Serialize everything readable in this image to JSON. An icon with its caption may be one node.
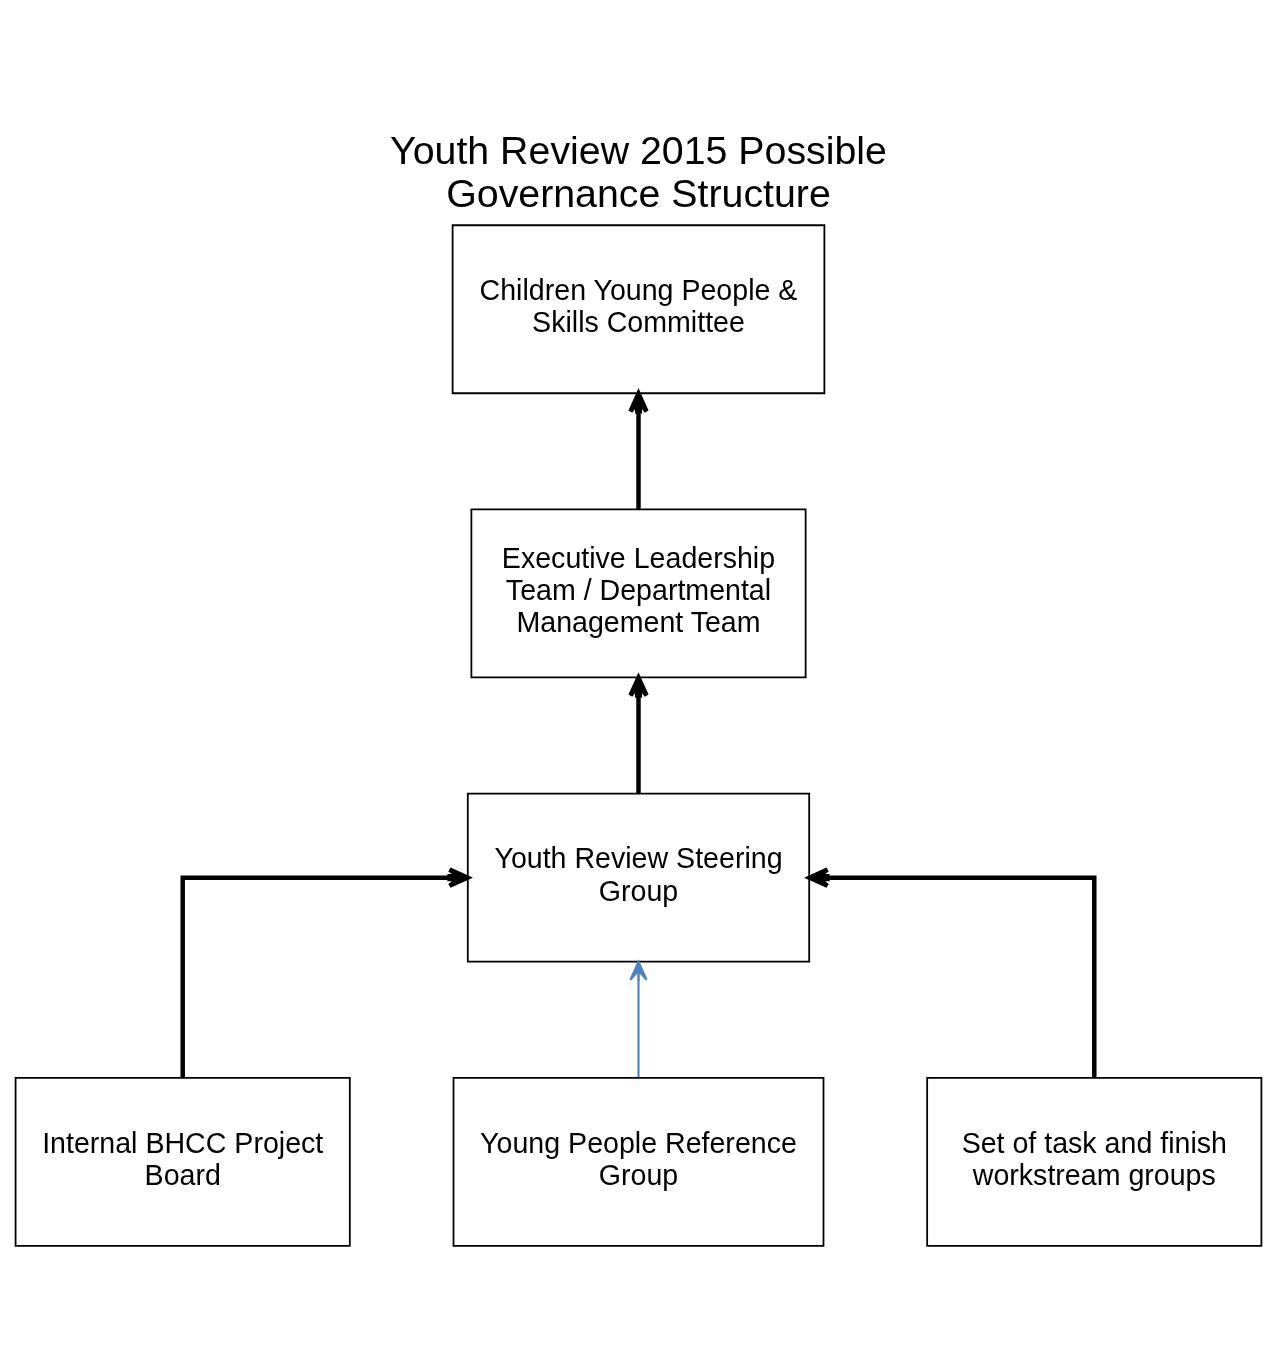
{
  "diagram": {
    "title": "Youth Review 2015 Possible Governance Structure",
    "nodes": [
      {
        "text": [
          "Children Young People & Skills Committee"
        ]
      },
      {
        "text": [
          "Executive Leadership Team / Departmental Management Team"
        ]
      },
      {
        "text": [
          "Youth Review Steering Group"
        ]
      },
      {
        "text": [
          "Internal BHCC Project Board"
        ]
      },
      {
        "text": [
          "Young People Reference Group"
        ]
      },
      {
        "text": [
          "Set of task and finish workstream groups"
        ]
      }
    ],
    "edges": [
      {
        "from": 1,
        "to": 0,
        "arrow": "to"
      },
      {
        "from": 2,
        "to": 1,
        "arrow": "to"
      },
      {
        "from": 3,
        "to": 2,
        "arrow": "to"
      },
      {
        "from": 4,
        "to": 2,
        "arrow": "to",
        "color": "#4f81bd"
      },
      {
        "from": 5,
        "to": 2,
        "arrow": "to"
      }
    ]
  }
}
